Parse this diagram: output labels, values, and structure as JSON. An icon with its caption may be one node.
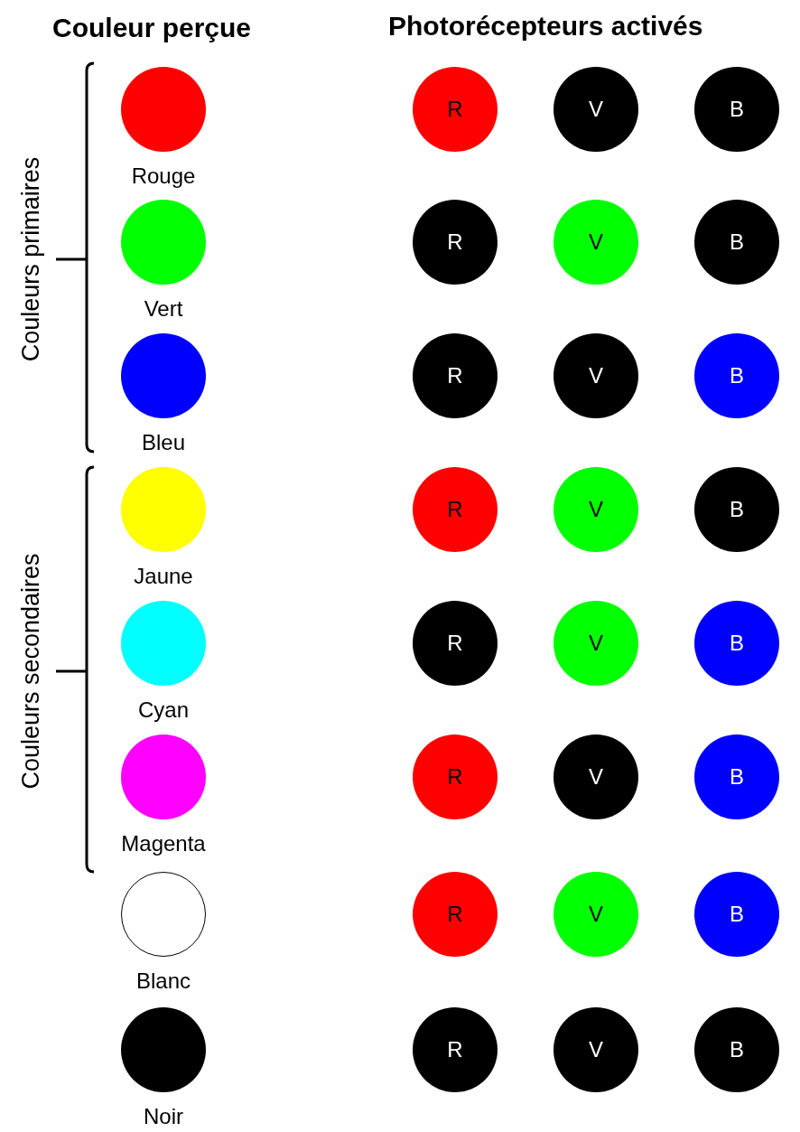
{
  "diagram": {
    "nodes": [
      {
        "text": [],
        "shape": "circle",
        "beside": [
          "Rouge"
        ]
      },
      {
        "text": [
          "R"
        ]
      },
      {
        "text": [
          "V"
        ]
      },
      {
        "text": [
          "B"
        ]
      },
      {
        "text": [],
        "shape": "circle",
        "beside": [
          "Vert"
        ]
      },
      {
        "text": [
          "R"
        ]
      },
      {
        "text": [
          "V"
        ]
      },
      {
        "text": [
          "B"
        ]
      },
      {
        "text": [],
        "shape": "circle",
        "beside": [
          "Bleu"
        ]
      },
      {
        "text": [
          "R"
        ]
      },
      {
        "text": [
          "V"
        ]
      },
      {
        "text": [
          "B"
        ]
      },
      {
        "text": [],
        "shape": "circle",
        "beside": [
          "Jaune"
        ]
      },
      {
        "text": [
          "R"
        ]
      },
      {
        "text": [
          "V"
        ]
      },
      {
        "text": [
          "B"
        ]
      },
      {
        "text": [],
        "shape": "circle",
        "beside": [
          "Cyan"
        ]
      },
      {
        "text": [
          "R"
        ]
      },
      {
        "text": [
          "V"
        ]
      },
      {
        "text": [
          "B"
        ]
      },
      {
        "text": [],
        "shape": "circle",
        "beside": [
          "Magenta"
        ]
      },
      {
        "text": [
          "R"
        ]
      },
      {
        "text": [
          "V"
        ]
      },
      {
        "text": [
          "B"
        ]
      },
      {
        "text": [],
        "shape": "circle",
        "beside": [
          "Blanc"
        ]
      },
      {
        "text": [
          "R"
        ]
      },
      {
        "text": [
          "V"
        ]
      },
      {
        "text": [
          "B"
        ]
      },
      {
        "text": [],
        "shape": "circle",
        "beside": [
          "Noir"
        ]
      },
      {
        "text": [
          "R"
        ]
      },
      {
        "text": [
          "V"
        ]
      },
      {
        "text": [
          "B"
        ]
      }
    ],
    "labels": [
      "Couleur perçue",
      "Photorécepteurs activés",
      "Couleurs primaires",
      "Couleurs secondaires"
    ]
  }
}
